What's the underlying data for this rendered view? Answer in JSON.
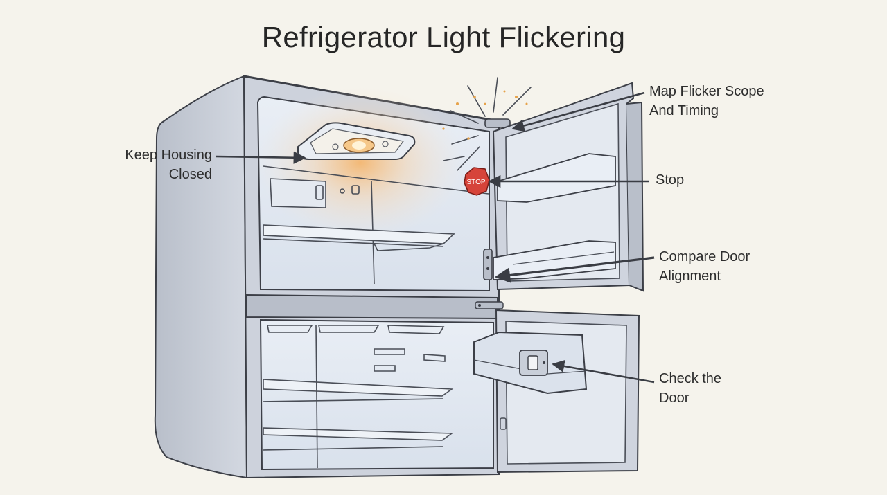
{
  "title": "Refrigerator Light Flickering",
  "stop_sign": "STOP",
  "callouts": {
    "housing": [
      "Keep Housing",
      "Closed"
    ],
    "scope": [
      "Map Flicker Scope",
      "And Timing"
    ],
    "stop": [
      "Stop"
    ],
    "alignment": [
      "Compare Door",
      "Alignment"
    ],
    "door": [
      "Check the",
      "Door"
    ]
  },
  "colors": {
    "background": "#f5f3ec",
    "outline": "#3c3f47",
    "cabinet": "#c9ced8",
    "interior": "#dfe6ef",
    "glow": "#f4b868",
    "stop_red": "#d6443a"
  }
}
